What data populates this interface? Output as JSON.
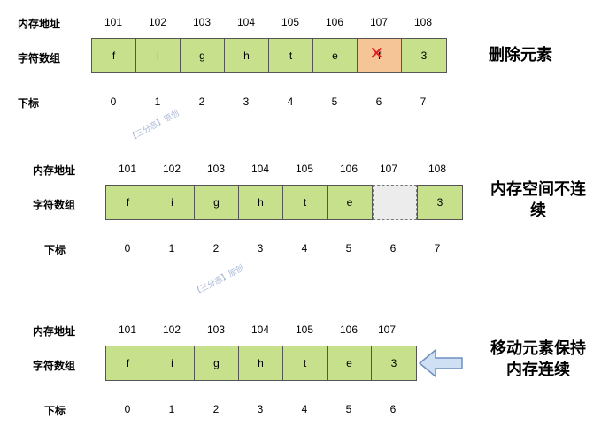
{
  "labels": {
    "address": "内存地址",
    "array": "字符数组",
    "index": "下标"
  },
  "section1": {
    "addresses": [
      "101",
      "102",
      "103",
      "104",
      "105",
      "106",
      "107",
      "108"
    ],
    "cells": [
      "f",
      "i",
      "g",
      "h",
      "t",
      "e",
      "f",
      "3"
    ],
    "indices": [
      "0",
      "1",
      "2",
      "3",
      "4",
      "5",
      "6",
      "7"
    ],
    "caption": "删除元素"
  },
  "section2": {
    "addresses": [
      "101",
      "102",
      "103",
      "104",
      "105",
      "106",
      "107",
      "108"
    ],
    "cells": [
      "f",
      "i",
      "g",
      "h",
      "t",
      "e",
      "",
      "3"
    ],
    "indices": [
      "0",
      "1",
      "2",
      "3",
      "4",
      "5",
      "6",
      "7"
    ],
    "caption_line1": "内存空间不连",
    "caption_line2": "续"
  },
  "section3": {
    "addresses": [
      "101",
      "102",
      "103",
      "104",
      "105",
      "106",
      "107"
    ],
    "cells": [
      "f",
      "i",
      "g",
      "h",
      "t",
      "e",
      "3"
    ],
    "indices": [
      "0",
      "1",
      "2",
      "3",
      "4",
      "5",
      "6"
    ],
    "caption_line1": "移动元素保持",
    "caption_line2": "内存连续"
  },
  "watermark": "【三分恶】原创",
  "colors": {
    "cell": "#c6e08c",
    "deleted": "#f5c497",
    "empty": "#ececec",
    "x_mark": "#e02020",
    "arrow_fill": "#cfe0f5",
    "arrow_stroke": "#6f8fc0"
  }
}
